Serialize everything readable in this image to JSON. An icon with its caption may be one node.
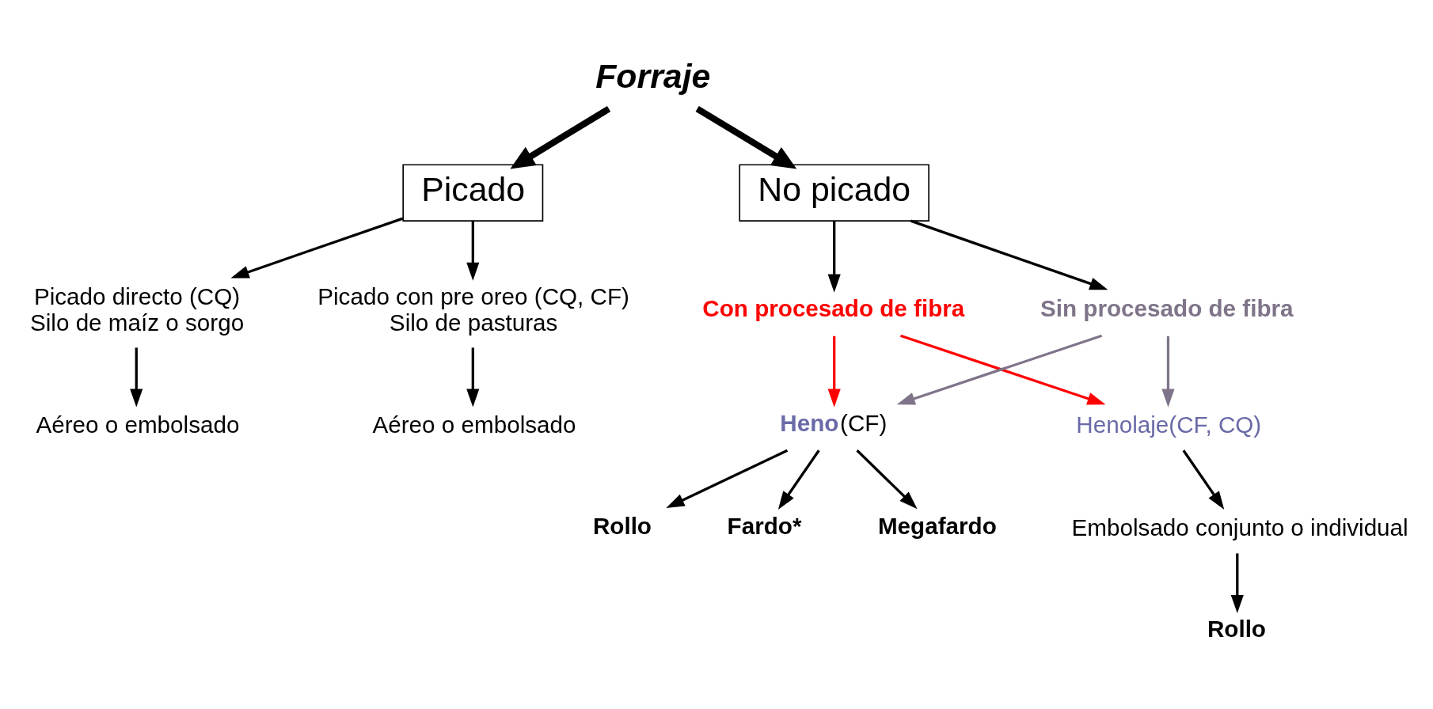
{
  "diagram": {
    "nodes": [
      {
        "text": [
          "Forraje"
        ]
      },
      {
        "text": [
          "Picado"
        ]
      },
      {
        "text": [
          "No picado"
        ]
      },
      {
        "text": [
          "Picado directo (CQ)",
          "Silo de maíz o sorgo"
        ]
      },
      {
        "text": [
          "Picado con pre oreo (CQ, CF)",
          "Silo de pasturas"
        ]
      },
      {
        "text": [
          "Con procesado de fibra"
        ]
      },
      {
        "text": [
          "Sin procesado de fibra"
        ]
      },
      {
        "text": [
          "Aéreo o embolsado"
        ]
      },
      {
        "text": [
          "Aéreo o embolsado"
        ]
      },
      {
        "text": [
          "**Heno**(CF)"
        ]
      },
      {
        "text": [
          "Henolaje(CF, CQ)"
        ]
      },
      {
        "text": [
          "Rollo"
        ]
      },
      {
        "text": [
          "Fardo*"
        ]
      },
      {
        "text": [
          "Megafardo"
        ]
      },
      {
        "text": [
          "Embolsado conjunto o individual"
        ]
      },
      {
        "text": [
          "Rollo"
        ]
      }
    ],
    "edges": [
      {
        "from": 0,
        "to": 1,
        "arrow": "to",
        "style": "thick"
      },
      {
        "from": 0,
        "to": 2,
        "arrow": "to",
        "style": "thick"
      },
      {
        "from": 1,
        "to": 3,
        "arrow": "to"
      },
      {
        "from": 1,
        "to": 4,
        "arrow": "to"
      },
      {
        "from": 2,
        "to": 5,
        "arrow": "to"
      },
      {
        "from": 2,
        "to": 6,
        "arrow": "to"
      },
      {
        "from": 3,
        "to": 7,
        "arrow": "to"
      },
      {
        "from": 4,
        "to": 8,
        "arrow": "to"
      },
      {
        "from": 5,
        "to": 9,
        "arrow": "to",
        "color": "#ff0000"
      },
      {
        "from": 5,
        "to": 10,
        "arrow": "to",
        "color": "#ff0000"
      },
      {
        "from": 6,
        "to": 9,
        "arrow": "to",
        "color": "#7f7489"
      },
      {
        "from": 6,
        "to": 10,
        "arrow": "to",
        "color": "#7f7489"
      },
      {
        "from": 9,
        "to": 11,
        "arrow": "to"
      },
      {
        "from": 9,
        "to": 12,
        "arrow": "to"
      },
      {
        "from": 9,
        "to": 13,
        "arrow": "to"
      },
      {
        "from": 10,
        "to": 14,
        "arrow": "to"
      },
      {
        "from": 14,
        "to": 15,
        "arrow": "to"
      }
    ]
  }
}
